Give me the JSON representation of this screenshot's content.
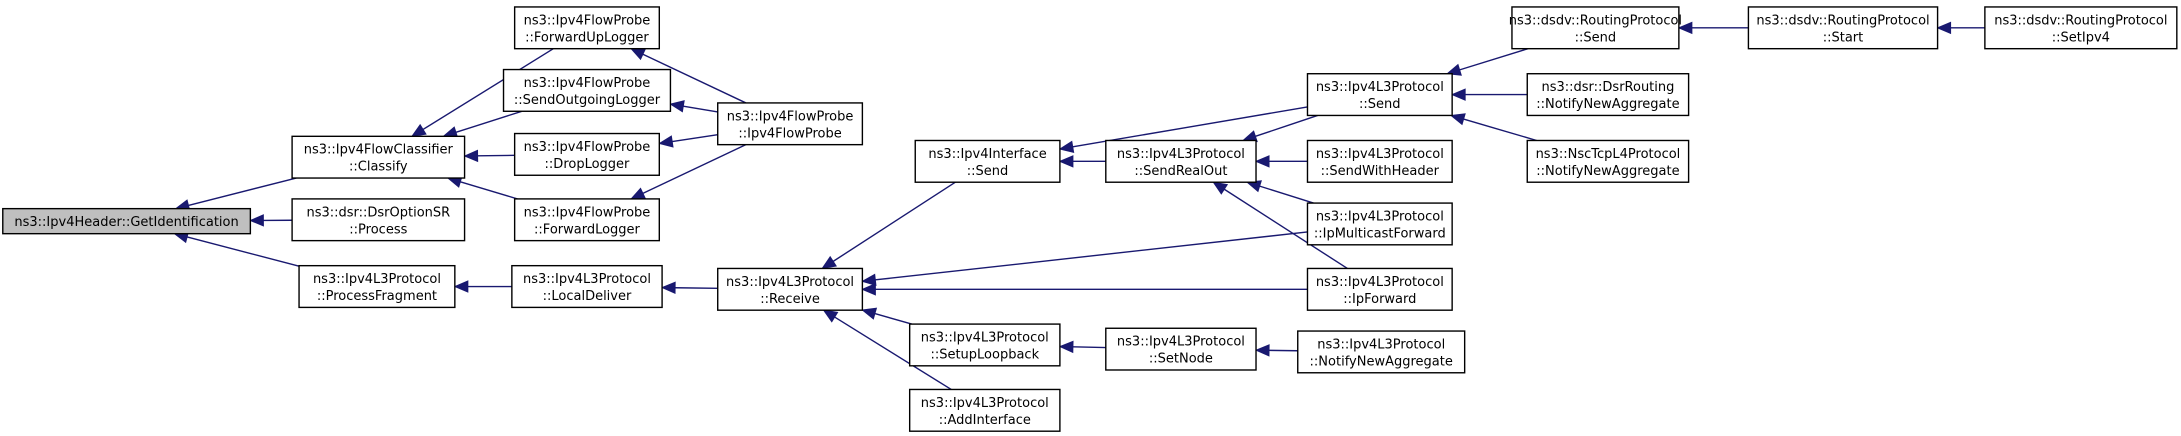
{
  "colors": {
    "edge": "#191970",
    "root_fill": "#bfbfbf",
    "node_fill": "#ffffff",
    "node_stroke": "#000000"
  },
  "nodes": [
    {
      "id": "gid",
      "lines": [
        "ns3::Ipv4Header::GetIdentification"
      ],
      "root": true
    },
    {
      "id": "classify",
      "lines": [
        "ns3::Ipv4FlowClassifier",
        "::Classify"
      ]
    },
    {
      "id": "dsrproc",
      "lines": [
        "ns3::dsr::DsrOptionSR",
        "::Process"
      ]
    },
    {
      "id": "procfrag",
      "lines": [
        "ns3::Ipv4L3Protocol",
        "::ProcessFragment"
      ]
    },
    {
      "id": "fwdup",
      "lines": [
        "ns3::Ipv4FlowProbe",
        "::ForwardUpLogger"
      ]
    },
    {
      "id": "sendout",
      "lines": [
        "ns3::Ipv4FlowProbe",
        "::SendOutgoingLogger"
      ]
    },
    {
      "id": "drop",
      "lines": [
        "ns3::Ipv4FlowProbe",
        "::DropLogger"
      ]
    },
    {
      "id": "fwdlog",
      "lines": [
        "ns3::Ipv4FlowProbe",
        "::ForwardLogger"
      ]
    },
    {
      "id": "localdel",
      "lines": [
        "ns3::Ipv4L3Protocol",
        "::LocalDeliver"
      ]
    },
    {
      "id": "probe",
      "lines": [
        "ns3::Ipv4FlowProbe",
        "::Ipv4FlowProbe"
      ]
    },
    {
      "id": "receive",
      "lines": [
        "ns3::Ipv4L3Protocol",
        "::Receive"
      ]
    },
    {
      "id": "ifsend",
      "lines": [
        "ns3::Ipv4Interface",
        "::Send"
      ]
    },
    {
      "id": "setuploop",
      "lines": [
        "ns3::Ipv4L3Protocol",
        "::SetupLoopback"
      ]
    },
    {
      "id": "addif",
      "lines": [
        "ns3::Ipv4L3Protocol",
        "::AddInterface"
      ]
    },
    {
      "id": "sendreal",
      "lines": [
        "ns3::Ipv4L3Protocol",
        "::SendRealOut"
      ]
    },
    {
      "id": "setnode",
      "lines": [
        "ns3::Ipv4L3Protocol",
        "::SetNode"
      ]
    },
    {
      "id": "l3send",
      "lines": [
        "ns3::Ipv4L3Protocol",
        "::Send"
      ]
    },
    {
      "id": "sendhdr",
      "lines": [
        "ns3::Ipv4L3Protocol",
        "::SendWithHeader"
      ]
    },
    {
      "id": "ipmcast",
      "lines": [
        "ns3::Ipv4L3Protocol",
        "::IpMulticastForward"
      ]
    },
    {
      "id": "ipfwd",
      "lines": [
        "ns3::Ipv4L3Protocol",
        "::IpForward"
      ]
    },
    {
      "id": "notifyl3",
      "lines": [
        "ns3::Ipv4L3Protocol",
        "::NotifyNewAggregate"
      ]
    },
    {
      "id": "dsdvsend",
      "lines": [
        "ns3::dsdv::RoutingProtocol",
        "::Send"
      ]
    },
    {
      "id": "dsrnotify",
      "lines": [
        "ns3::dsr::DsrRouting",
        "::NotifyNewAggregate"
      ]
    },
    {
      "id": "nscnotify",
      "lines": [
        "ns3::NscTcpL4Protocol",
        "::NotifyNewAggregate"
      ]
    },
    {
      "id": "dsdvstart",
      "lines": [
        "ns3::dsdv::RoutingProtocol",
        "::Start"
      ]
    },
    {
      "id": "setipv4",
      "lines": [
        "ns3::dsdv::RoutingProtocol",
        "::SetIpv4"
      ]
    }
  ],
  "edges": [
    {
      "from": "classify",
      "to": "gid"
    },
    {
      "from": "dsrproc",
      "to": "gid"
    },
    {
      "from": "procfrag",
      "to": "gid"
    },
    {
      "from": "fwdup",
      "to": "classify"
    },
    {
      "from": "sendout",
      "to": "classify"
    },
    {
      "from": "drop",
      "to": "classify"
    },
    {
      "from": "fwdlog",
      "to": "classify"
    },
    {
      "from": "localdel",
      "to": "procfrag"
    },
    {
      "from": "probe",
      "to": "fwdup"
    },
    {
      "from": "probe",
      "to": "sendout"
    },
    {
      "from": "probe",
      "to": "drop"
    },
    {
      "from": "probe",
      "to": "fwdlog"
    },
    {
      "from": "receive",
      "to": "localdel"
    },
    {
      "from": "ifsend",
      "to": "receive"
    },
    {
      "from": "setuploop",
      "to": "receive"
    },
    {
      "from": "addif",
      "to": "receive"
    },
    {
      "from": "ipmcast",
      "to": "receive"
    },
    {
      "from": "ipfwd",
      "to": "receive"
    },
    {
      "from": "sendreal",
      "to": "ifsend"
    },
    {
      "from": "l3send",
      "to": "ifsend"
    },
    {
      "from": "setnode",
      "to": "setuploop"
    },
    {
      "from": "l3send",
      "to": "sendreal"
    },
    {
      "from": "sendhdr",
      "to": "sendreal"
    },
    {
      "from": "ipmcast",
      "to": "sendreal"
    },
    {
      "from": "ipfwd",
      "to": "sendreal"
    },
    {
      "from": "notifyl3",
      "to": "setnode"
    },
    {
      "from": "dsdvsend",
      "to": "l3send"
    },
    {
      "from": "dsrnotify",
      "to": "l3send"
    },
    {
      "from": "nscnotify",
      "to": "l3send"
    },
    {
      "from": "dsdvstart",
      "to": "dsdvsend"
    },
    {
      "from": "setipv4",
      "to": "dsdvstart"
    }
  ]
}
